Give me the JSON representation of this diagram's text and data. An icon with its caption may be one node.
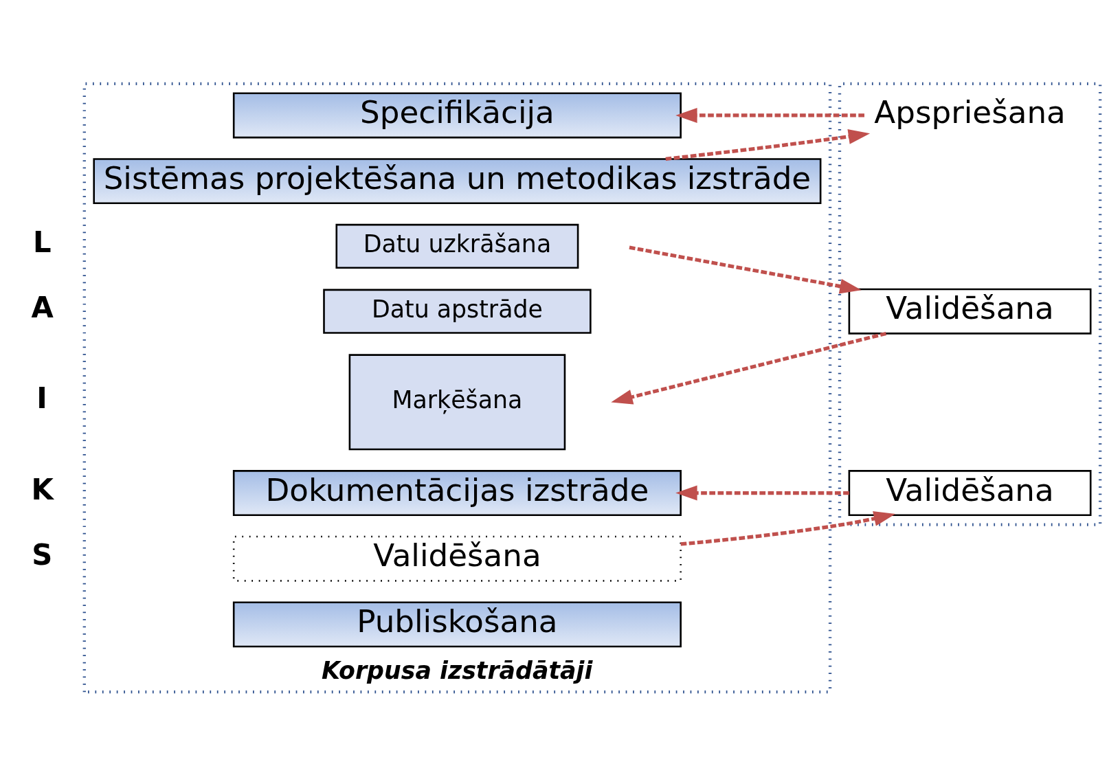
{
  "diagram": {
    "nodes": [
      {
        "text": [
          "Korpusa izstrādātāji"
        ]
      },
      {
        "text": [
          "Specifikācija"
        ],
        "in": 0
      },
      {
        "text": [
          "Sistēmas projektēšana un metodikas izstrāde"
        ],
        "in": 0
      },
      {
        "text": [
          "Datu uzkrāšana"
        ],
        "in": 0
      },
      {
        "text": [
          "Datu apstrāde"
        ],
        "in": 0
      },
      {
        "text": [
          "Marķēšana"
        ],
        "in": 0
      },
      {
        "text": [
          "Dokumentācijas izstrāde"
        ],
        "in": 0
      },
      {
        "text": [
          "Validēšana"
        ],
        "in": 0
      },
      {
        "text": [
          "Publiskošana"
        ],
        "in": 0
      },
      {
        "text": [],
        "shape": "box"
      },
      {
        "text": [
          "Apspriešana"
        ],
        "in": 9
      },
      {
        "text": [
          "Validēšana"
        ],
        "in": 9
      },
      {
        "text": [
          "Validēšana"
        ],
        "in": 9
      }
    ],
    "edges": [
      {
        "from": 10,
        "to": 1,
        "arrow": "to",
        "style": "dashed"
      },
      {
        "from": 2,
        "to": 10,
        "arrow": "to",
        "style": "dashed"
      },
      {
        "from": 11,
        "to": null,
        "arrow": "to",
        "style": "dashed"
      },
      {
        "from": null,
        "to": 11,
        "arrow": "to",
        "style": "dashed"
      },
      {
        "from": 12,
        "to": 6,
        "arrow": "to",
        "style": "dashed"
      },
      {
        "from": 7,
        "to": 12,
        "arrow": "to",
        "style": "dashed"
      }
    ],
    "labels": [
      "L",
      "A",
      "I",
      "K",
      "S"
    ]
  }
}
